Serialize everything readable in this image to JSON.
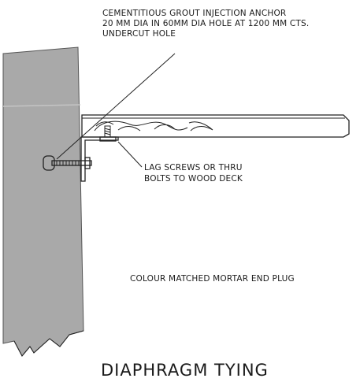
{
  "drawing": {
    "annotations": {
      "anchor": {
        "lines": [
          "CEMENTITIOUS GROUT INJECTION ANCHOR",
          "20 MM DIA IN 60MM DIA HOLE AT 1200 MM CTS.",
          "UNDERCUT HOLE"
        ]
      },
      "lag_screws": {
        "lines": [
          "LAG SCREWS OR THRU",
          "BOLTS TO WOOD DECK"
        ]
      },
      "mortar_plug": "COLOUR MATCHED MORTAR END PLUG"
    },
    "title": "DIAPHRAGM TYING",
    "colors": {
      "wall_fill": "#a9a9a9",
      "wall_joint": "#c4c4c4",
      "line": "#222222",
      "background": "#ffffff"
    }
  }
}
